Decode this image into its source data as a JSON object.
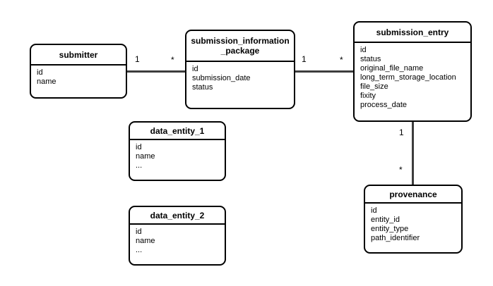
{
  "diagram": {
    "type": "entity-relationship",
    "background": "#ffffff",
    "colors": {
      "entity_border": "#000000",
      "entity_fill": "#ffffff",
      "connector_line": "#3d3d3d",
      "text": "#000000"
    },
    "entities": [
      {
        "id": "submitter",
        "title": "submitter",
        "fields": [
          "id",
          "name"
        ]
      },
      {
        "id": "submission_information_package",
        "title": "submission_information\n_package",
        "fields": [
          "id",
          "submission_date",
          "status"
        ]
      },
      {
        "id": "submission_entry",
        "title": "submission_entry",
        "fields": [
          "id",
          "status",
          "original_file_name",
          "long_term_storage_location",
          "file_size",
          "fixity",
          "process_date"
        ]
      },
      {
        "id": "data_entity_1",
        "title": "data_entity_1",
        "fields": [
          "id",
          "name",
          "..."
        ]
      },
      {
        "id": "data_entity_2",
        "title": "data_entity_2",
        "fields": [
          "id",
          "name",
          "..."
        ]
      },
      {
        "id": "provenance",
        "title": "provenance",
        "fields": [
          "id",
          "entity_id",
          "entity_type",
          "path_identifier"
        ]
      }
    ],
    "relationships": [
      {
        "from": "submitter",
        "to": "submission_information_package",
        "from_card": "1",
        "to_card": "*",
        "orientation": "horizontal"
      },
      {
        "from": "submission_information_package",
        "to": "submission_entry",
        "from_card": "1",
        "to_card": "*",
        "orientation": "horizontal"
      },
      {
        "from": "submission_entry",
        "to": "provenance",
        "from_card": "1",
        "to_card": "*",
        "orientation": "vertical"
      }
    ]
  }
}
